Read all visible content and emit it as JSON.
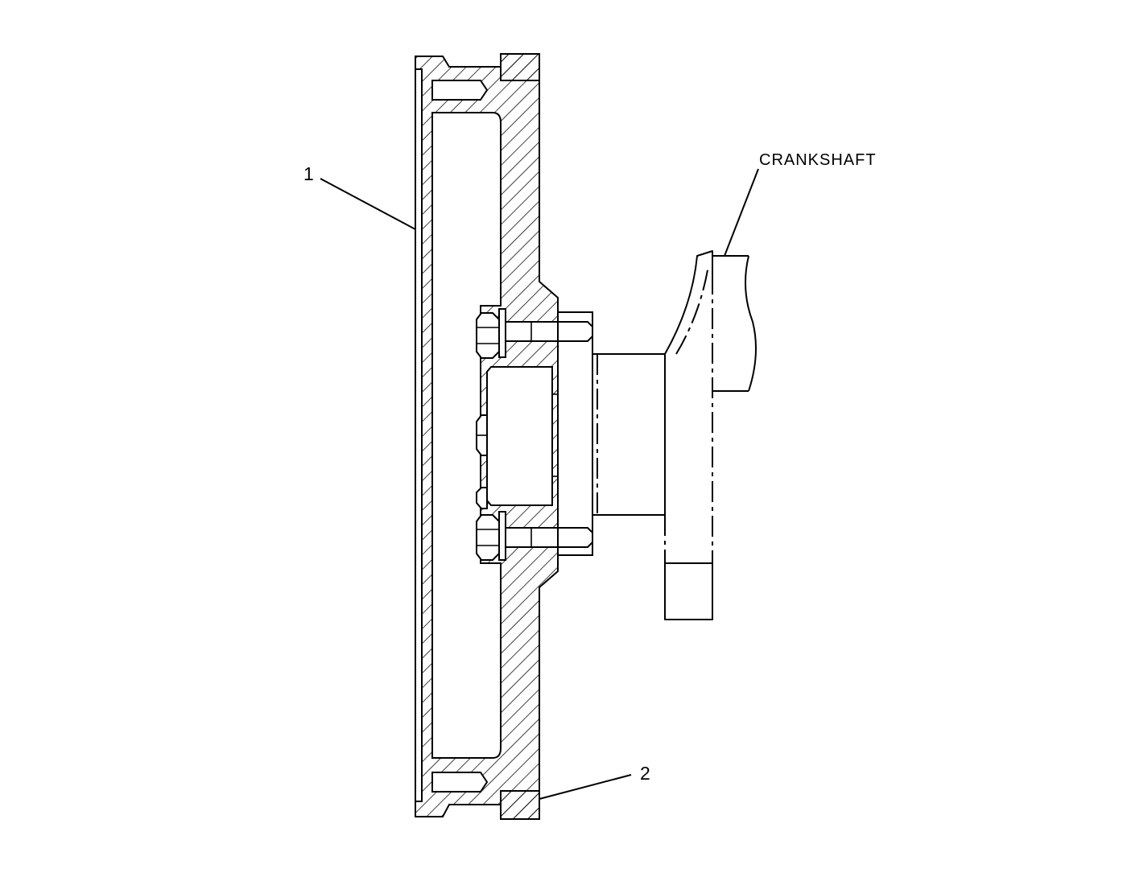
{
  "diagram": {
    "callouts": {
      "part_1": "1",
      "part_2": "2",
      "crankshaft": "CRANKSHAFT"
    }
  }
}
